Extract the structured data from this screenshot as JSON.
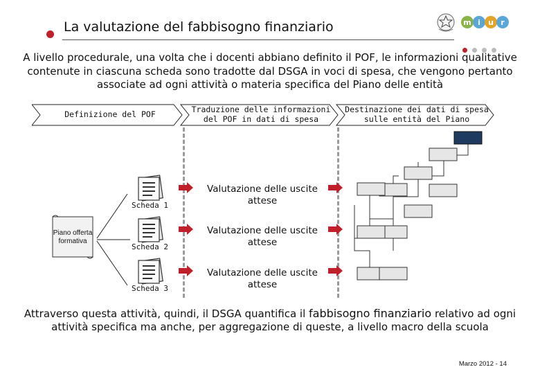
{
  "header": {
    "title": "La valutazione del fabbisogno finanziario",
    "logo_text": [
      "m",
      "i",
      "u",
      "r"
    ]
  },
  "intro_text": "A livello procedurale, una volta che i docenti abbiano definito il POF, le informazioni qualitative contenute in ciascuna scheda sono tradotte dal DSGA in voci di spesa, che vengono pertanto associate ad ogni attività o materia specifica del Piano delle entità",
  "columns": {
    "col1": "Definizione del POF",
    "col2": "Traduzione delle informazioni del POF in dati di spesa",
    "col3": "Destinazione dei dati di spesa sulle entità del Piano"
  },
  "plan_label": "Piano offerta formativa",
  "sheets": [
    {
      "label": "Scheda 1",
      "evaluation": "Valutazione delle uscite attese"
    },
    {
      "label": "Scheda 2",
      "evaluation": "Valutazione delle uscite attese"
    },
    {
      "label": "Scheda 3",
      "evaluation": "Valutazione delle uscite attese"
    }
  ],
  "outro": {
    "before": "Attraverso questa attività, quindi, il DSGA quantifica il ",
    "emphasis": "fabbisogno finanziario",
    "after": " relativo ad ogni attività specifica ma anche, per aggregazione di queste, a livello macro della scuola"
  },
  "footer": "Marzo 2012 - 14",
  "colors": {
    "accent_red": "#c0202a",
    "arrow_red": "#c0202a",
    "tree_root": "#1f3a5f",
    "dashed_line": "#9a9a9a"
  }
}
